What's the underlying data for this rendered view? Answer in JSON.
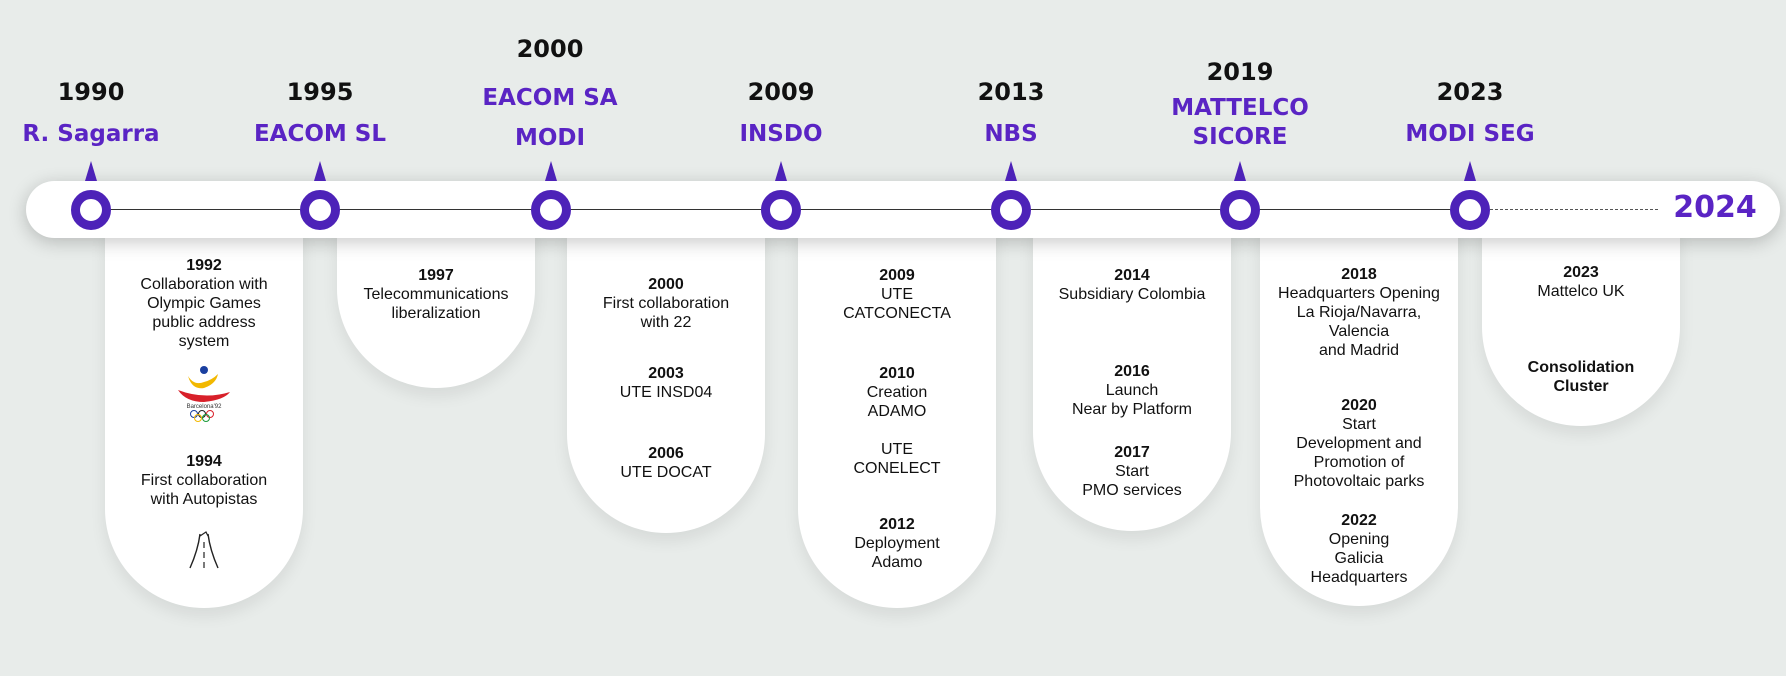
{
  "milestones": [
    {
      "year": "1990",
      "label": "R. Sagarra"
    },
    {
      "year": "1995",
      "label": "EACOM SL"
    },
    {
      "year": "2000",
      "label": "EACOM SA\nMODI"
    },
    {
      "year": "2009",
      "label": "INSDO"
    },
    {
      "year": "2013",
      "label": "NBS"
    },
    {
      "year": "2019",
      "label": "MATTELCO\nSICORE"
    },
    {
      "year": "2023",
      "label": "MODI SEG"
    }
  ],
  "end_year": "2024",
  "cards": [
    {
      "events": [
        {
          "year": "1992",
          "text": "Collaboration with\nOlympic Games\npublic address\nsystem"
        },
        {
          "year": "1994",
          "text": "First collaboration\nwith Autopistas"
        }
      ],
      "logos": [
        "barcelona-92-olympic-logo",
        "highway-road-icon"
      ]
    },
    {
      "events": [
        {
          "year": "1997",
          "text": "Telecommunications\nliberalization"
        }
      ]
    },
    {
      "events": [
        {
          "year": "2000",
          "text": "First collaboration\nwith  22"
        },
        {
          "year": "2003",
          "text": "UTE INSD04"
        },
        {
          "year": "2006",
          "text": "UTE DOCAT"
        }
      ]
    },
    {
      "events": [
        {
          "year": "2009",
          "text": "UTE\nCATCONECTA"
        },
        {
          "year": "2010",
          "text": "Creation\nADAMO"
        },
        {
          "year": "",
          "text": "UTE\nCONELECT"
        },
        {
          "year": "2012",
          "text": "Deployment\nAdamo"
        }
      ]
    },
    {
      "events": [
        {
          "year": "2014",
          "text": "Subsidiary Colombia"
        },
        {
          "year": "2016",
          "text": "Launch\nNear by Platform"
        },
        {
          "year": "2017",
          "text": "Start\nPMO services"
        }
      ]
    },
    {
      "events": [
        {
          "year": "2018",
          "text": "Headquarters Opening\nLa Rioja/Navarra,\nValencia\nand Madrid"
        },
        {
          "year": "2020",
          "text": "Start\nDevelopment and\nPromotion of\nPhotovoltaic parks"
        },
        {
          "year": "2022",
          "text": "Opening\nGalicia\nHeadquarters"
        }
      ]
    },
    {
      "events": [
        {
          "year": "2023",
          "text": "Mattelco UK"
        },
        {
          "year": "",
          "text": "Consolidation\nCluster"
        }
      ]
    }
  ],
  "colors": {
    "accent": "#5a24c4",
    "node": "#4d22b8",
    "background": "#e8ecea"
  }
}
